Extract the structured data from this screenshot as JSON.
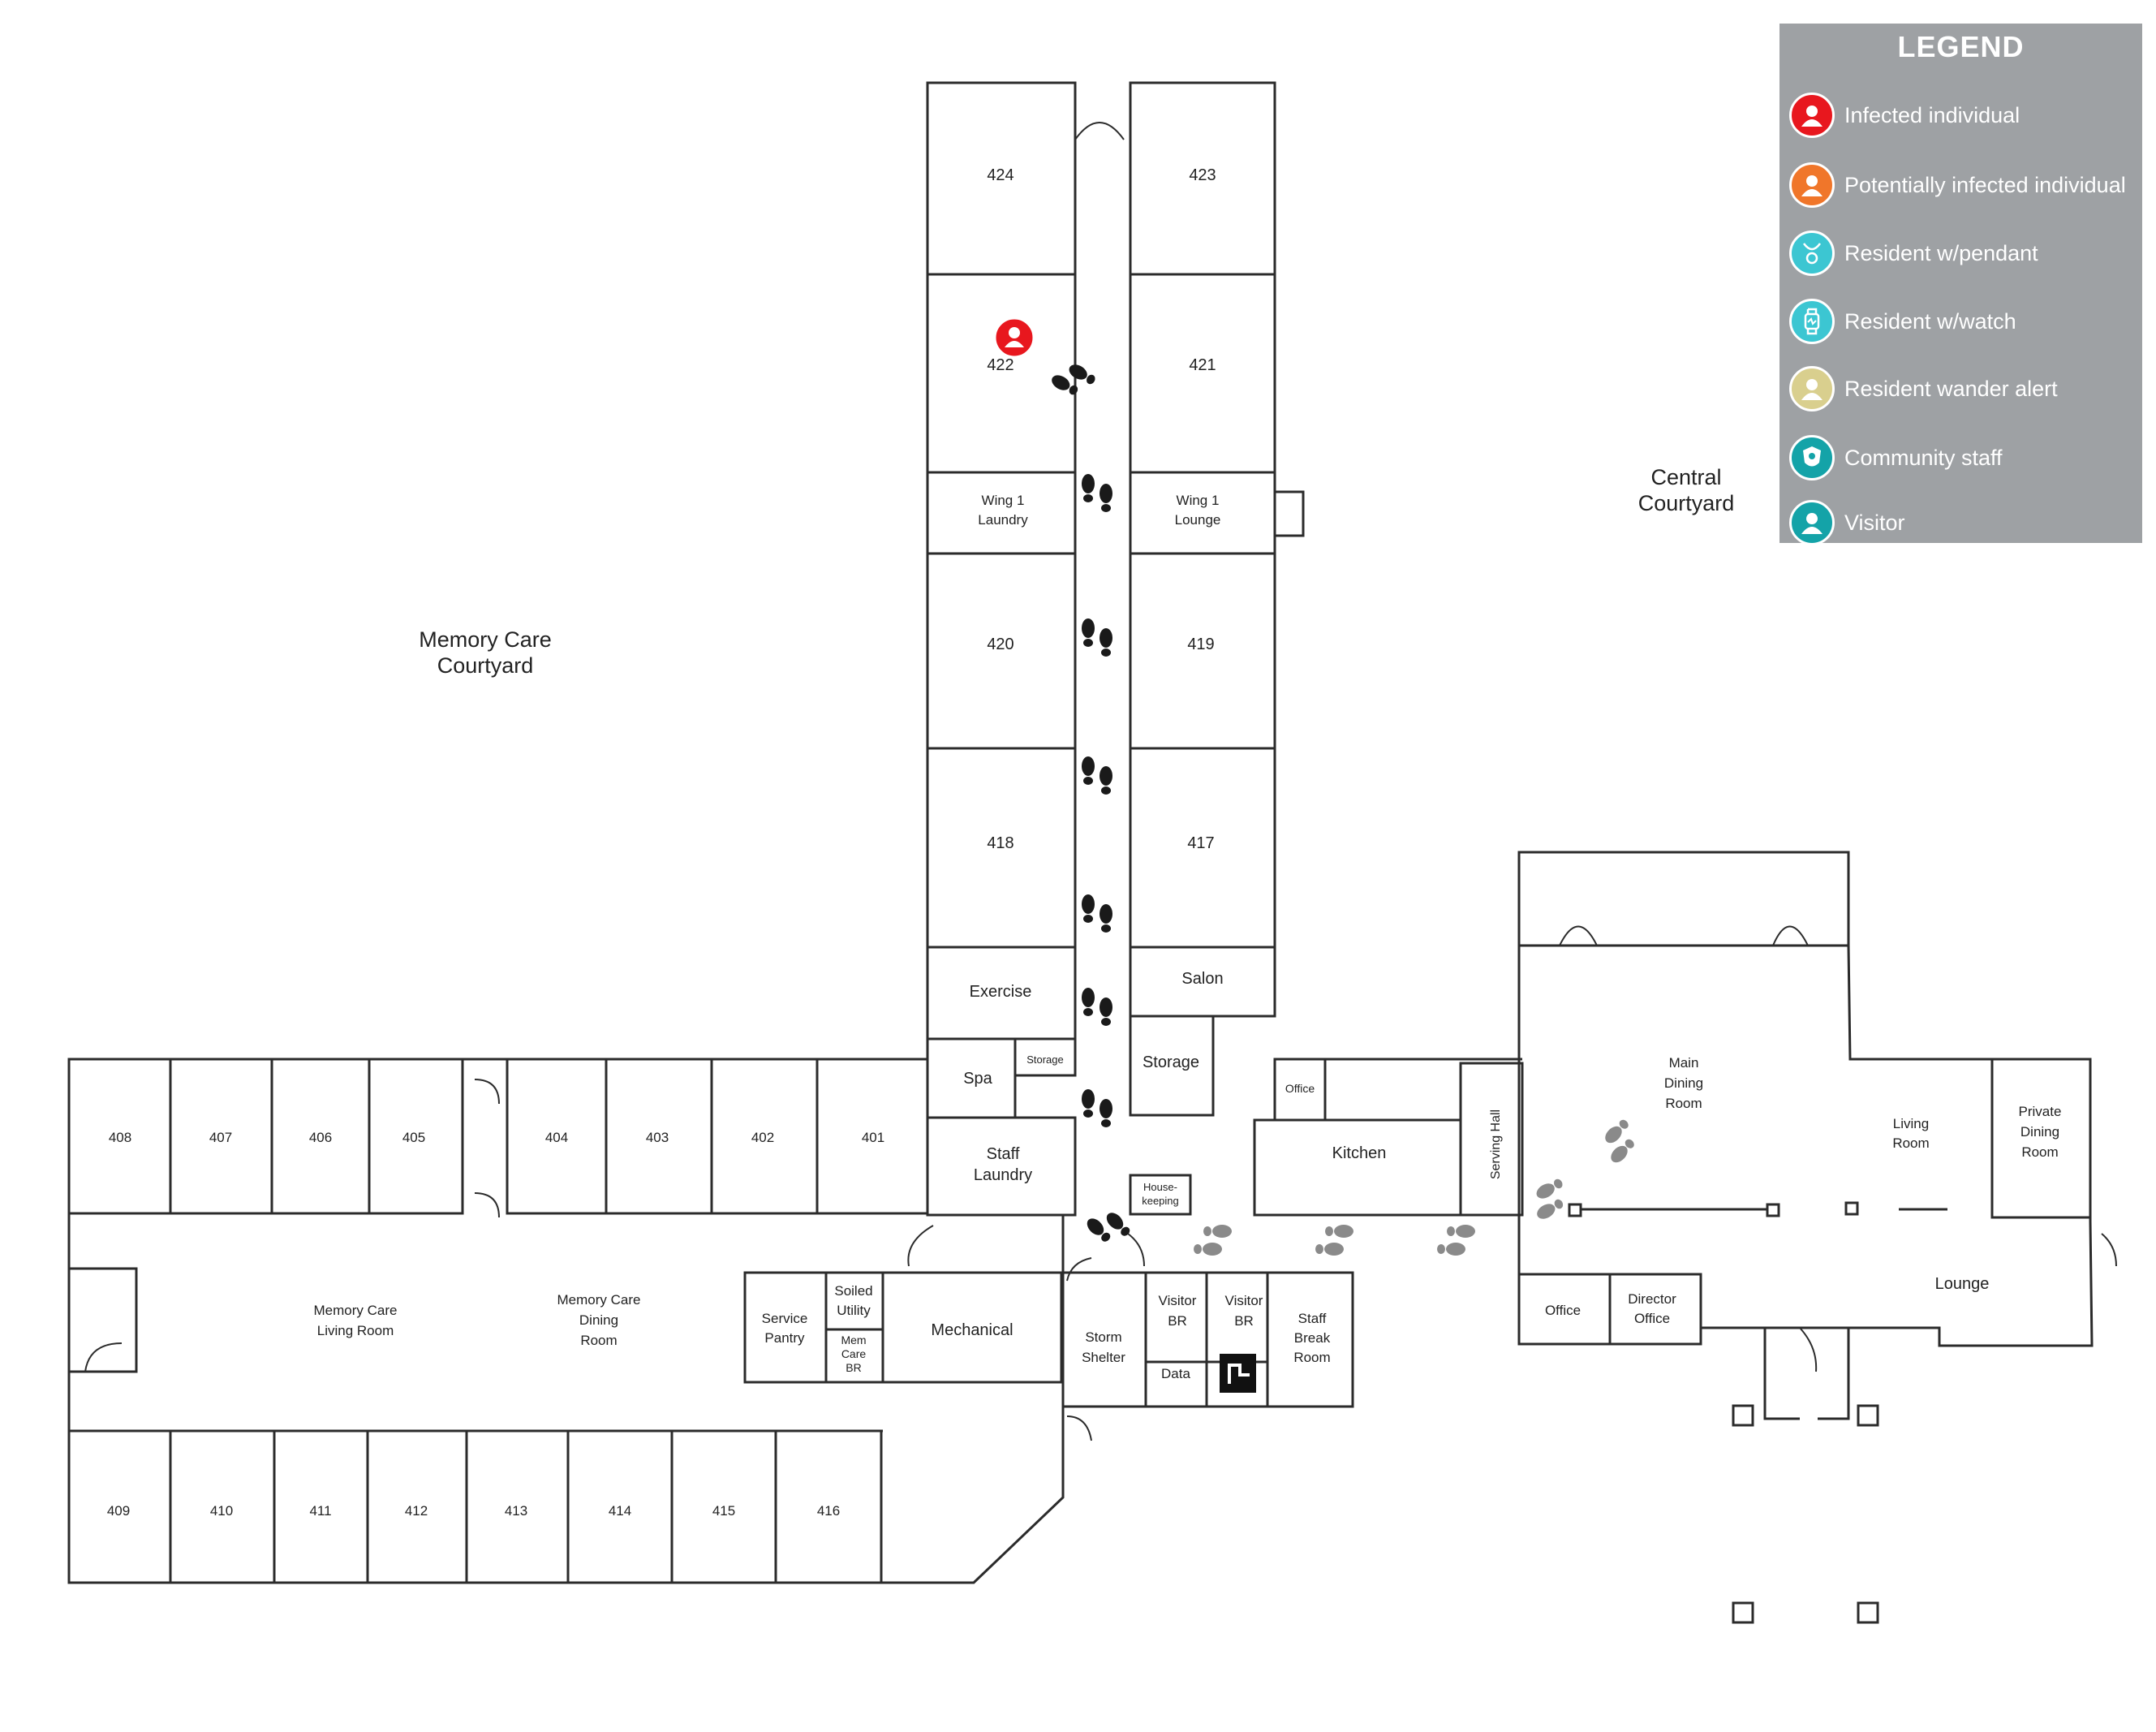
{
  "courtyards": {
    "memory_care": [
      "Memory Care",
      "Courtyard"
    ],
    "central": [
      "Central",
      "Courtyard"
    ]
  },
  "rooms": {
    "r424": "424",
    "r423": "423",
    "r422": "422",
    "r421": "421",
    "wing1_laundry": [
      "Wing 1",
      "Laundry"
    ],
    "wing1_lounge": [
      "Wing 1",
      "Lounge"
    ],
    "r420": "420",
    "r419": "419",
    "r418": "418",
    "r417": "417",
    "exercise": "Exercise",
    "salon": "Salon",
    "spa": "Spa",
    "storage_small": "Storage",
    "storage": "Storage",
    "office_kitchen": "Office",
    "staff_laundry": [
      "Staff",
      "Laundry"
    ],
    "housekeeping": [
      "House-",
      "keeping"
    ],
    "kitchen": "Kitchen",
    "serving_hall": "Serving Hall",
    "main_dining": [
      "Main",
      "Dining",
      "Room"
    ],
    "living_room": [
      "Living",
      "Room"
    ],
    "private_dining": [
      "Private",
      "Dining",
      "Room"
    ],
    "lounge": "Lounge",
    "office": "Office",
    "director_office": [
      "Director",
      "Office"
    ],
    "r408": "408",
    "r407": "407",
    "r406": "406",
    "r405": "405",
    "r404": "404",
    "r403": "403",
    "r402": "402",
    "r401": "401",
    "mc_living": [
      "Memory Care",
      "Living Room"
    ],
    "mc_dining": [
      "Memory Care",
      "Dining",
      "Room"
    ],
    "service_pantry": [
      "Service",
      "Pantry"
    ],
    "soiled_utility": [
      "Soiled",
      "Utility"
    ],
    "mem_care_br": [
      "Mem",
      "Care",
      "BR"
    ],
    "mechanical": "Mechanical",
    "storm_shelter": [
      "Storm",
      "Shelter"
    ],
    "visitor_br_1": [
      "Visitor",
      "BR"
    ],
    "visitor_br_2": [
      "Visitor",
      "BR"
    ],
    "data": "Data",
    "staff_break": [
      "Staff",
      "Break",
      "Room"
    ],
    "r409": "409",
    "r410": "410",
    "r411": "411",
    "r412": "412",
    "r413": "413",
    "r414": "414",
    "r415": "415",
    "r416": "416"
  },
  "legend": {
    "title": "LEGEND",
    "items": [
      {
        "label": "Infected individual",
        "color": "#e8171e",
        "icon": "person-icon"
      },
      {
        "label": "Potentially infected individual",
        "color": "#f0762a",
        "icon": "person-icon"
      },
      {
        "label": "Resident w/pendant",
        "color": "#3cc6d2",
        "icon": "pendant-icon"
      },
      {
        "label": "Resident w/watch",
        "color": "#3cc6d2",
        "icon": "watch-icon"
      },
      {
        "label": "Resident wander alert",
        "color": "#d9cf8e",
        "icon": "person-icon"
      },
      {
        "label": "Community staff",
        "color": "#14a3a8",
        "icon": "badge-icon"
      },
      {
        "label": "Visitor",
        "color": "#14a3a8",
        "icon": "person-icon"
      }
    ]
  },
  "markers": {
    "infected_color": "#e8171e",
    "footprint_dark": "#1a1a1a",
    "footprint_light": "#8a8a8a"
  }
}
